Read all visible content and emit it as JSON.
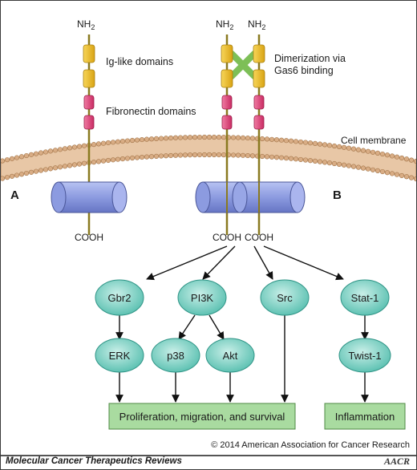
{
  "labels": {
    "nh2_left": "NH2",
    "nh2_mid": "NH2",
    "nh2_right": "NH2",
    "ig_domains": "Ig-like domains",
    "fn_domains": "Fibronectin domains",
    "dimerization_line1": "Dimerization via",
    "dimerization_line2": "Gas6 binding",
    "cell_membrane": "Cell membrane",
    "panel_a": "A",
    "panel_b": "B",
    "cooh_left": "COOH",
    "cooh_mid": "COOH",
    "cooh_right": "COOH"
  },
  "nodes": {
    "gbr2": "Gbr2",
    "pi3k": "PI3K",
    "src": "Src",
    "stat1": "Stat-1",
    "erk": "ERK",
    "p38": "p38",
    "akt": "Akt",
    "twist1": "Twist-1"
  },
  "outcomes": {
    "proliferation": "Proliferation, migration, and survival",
    "inflammation": "Inflammation"
  },
  "footer": {
    "copyright": "© 2014 American Association for Cancer Research",
    "journal": "Molecular Cancer Therapeutics Reviews",
    "logo": "AACR"
  },
  "colors": {
    "membrane": "#d9ad85",
    "kinase": "#8c9be0",
    "ig_domain": "#f2c229",
    "fn_domain": "#e0437a",
    "node_fill": "#7fd3c6",
    "outcome_fill": "#a9dba0",
    "gas6": "#7dbf57"
  }
}
